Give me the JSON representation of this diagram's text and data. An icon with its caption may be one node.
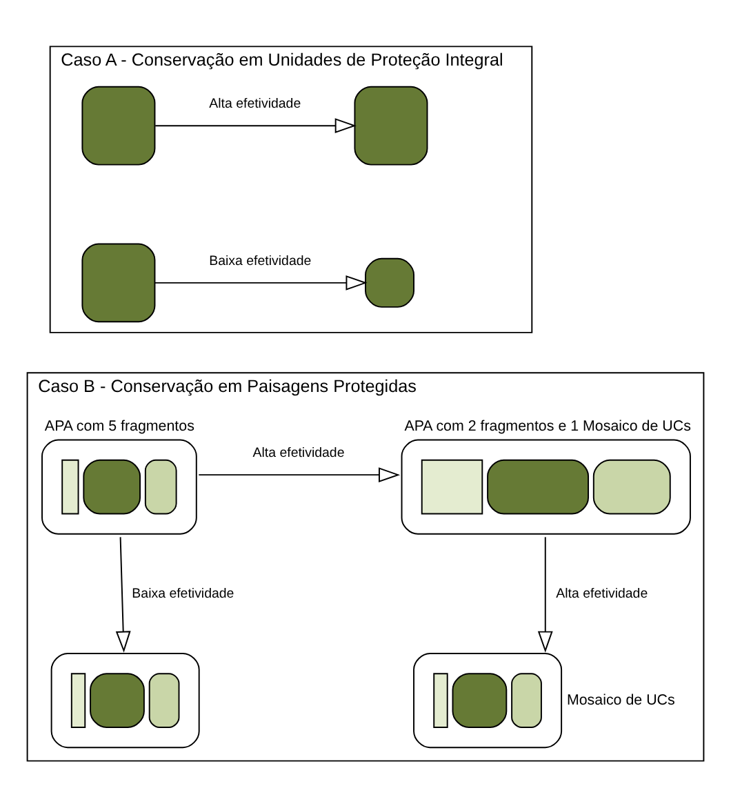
{
  "diagram": {
    "nodes": [
      {
        "text": [
          "Caso A - Conservação em Unidades de Proteção Integral"
        ]
      },
      {
        "text": [],
        "shape": "box",
        "in": 0
      },
      {
        "text": [],
        "shape": "box",
        "in": 0
      },
      {
        "text": [],
        "shape": "box",
        "in": 0
      },
      {
        "text": [],
        "shape": "box",
        "in": 0
      },
      {
        "text": [
          "Caso B - Conservação em Paisagens Protegidas"
        ]
      },
      {
        "text": [
          "APA com 5 fragmentos"
        ],
        "in": 5
      },
      {
        "text": [
          "APA com 2 fragmentos e 1 Mosaico de UCs"
        ],
        "in": 5
      },
      {
        "text": [],
        "shape": "box",
        "in": 5
      },
      {
        "text": [],
        "shape": "box",
        "in": 5,
        "beside": [
          "Mosaico de UCs"
        ]
      }
    ],
    "edges": [
      {
        "from": 1,
        "to": 2,
        "arrow": "to",
        "label": "Alta efetividade"
      },
      {
        "from": 3,
        "to": 4,
        "arrow": "to",
        "label": "Baixa efetividade"
      },
      {
        "from": 6,
        "to": 7,
        "arrow": "to",
        "label": "Alta efetividade"
      },
      {
        "from": 6,
        "to": 8,
        "arrow": "to",
        "label": "Baixa efetividade"
      },
      {
        "from": 7,
        "to": 9,
        "arrow": "to",
        "label": "Alta efetividade"
      }
    ]
  }
}
